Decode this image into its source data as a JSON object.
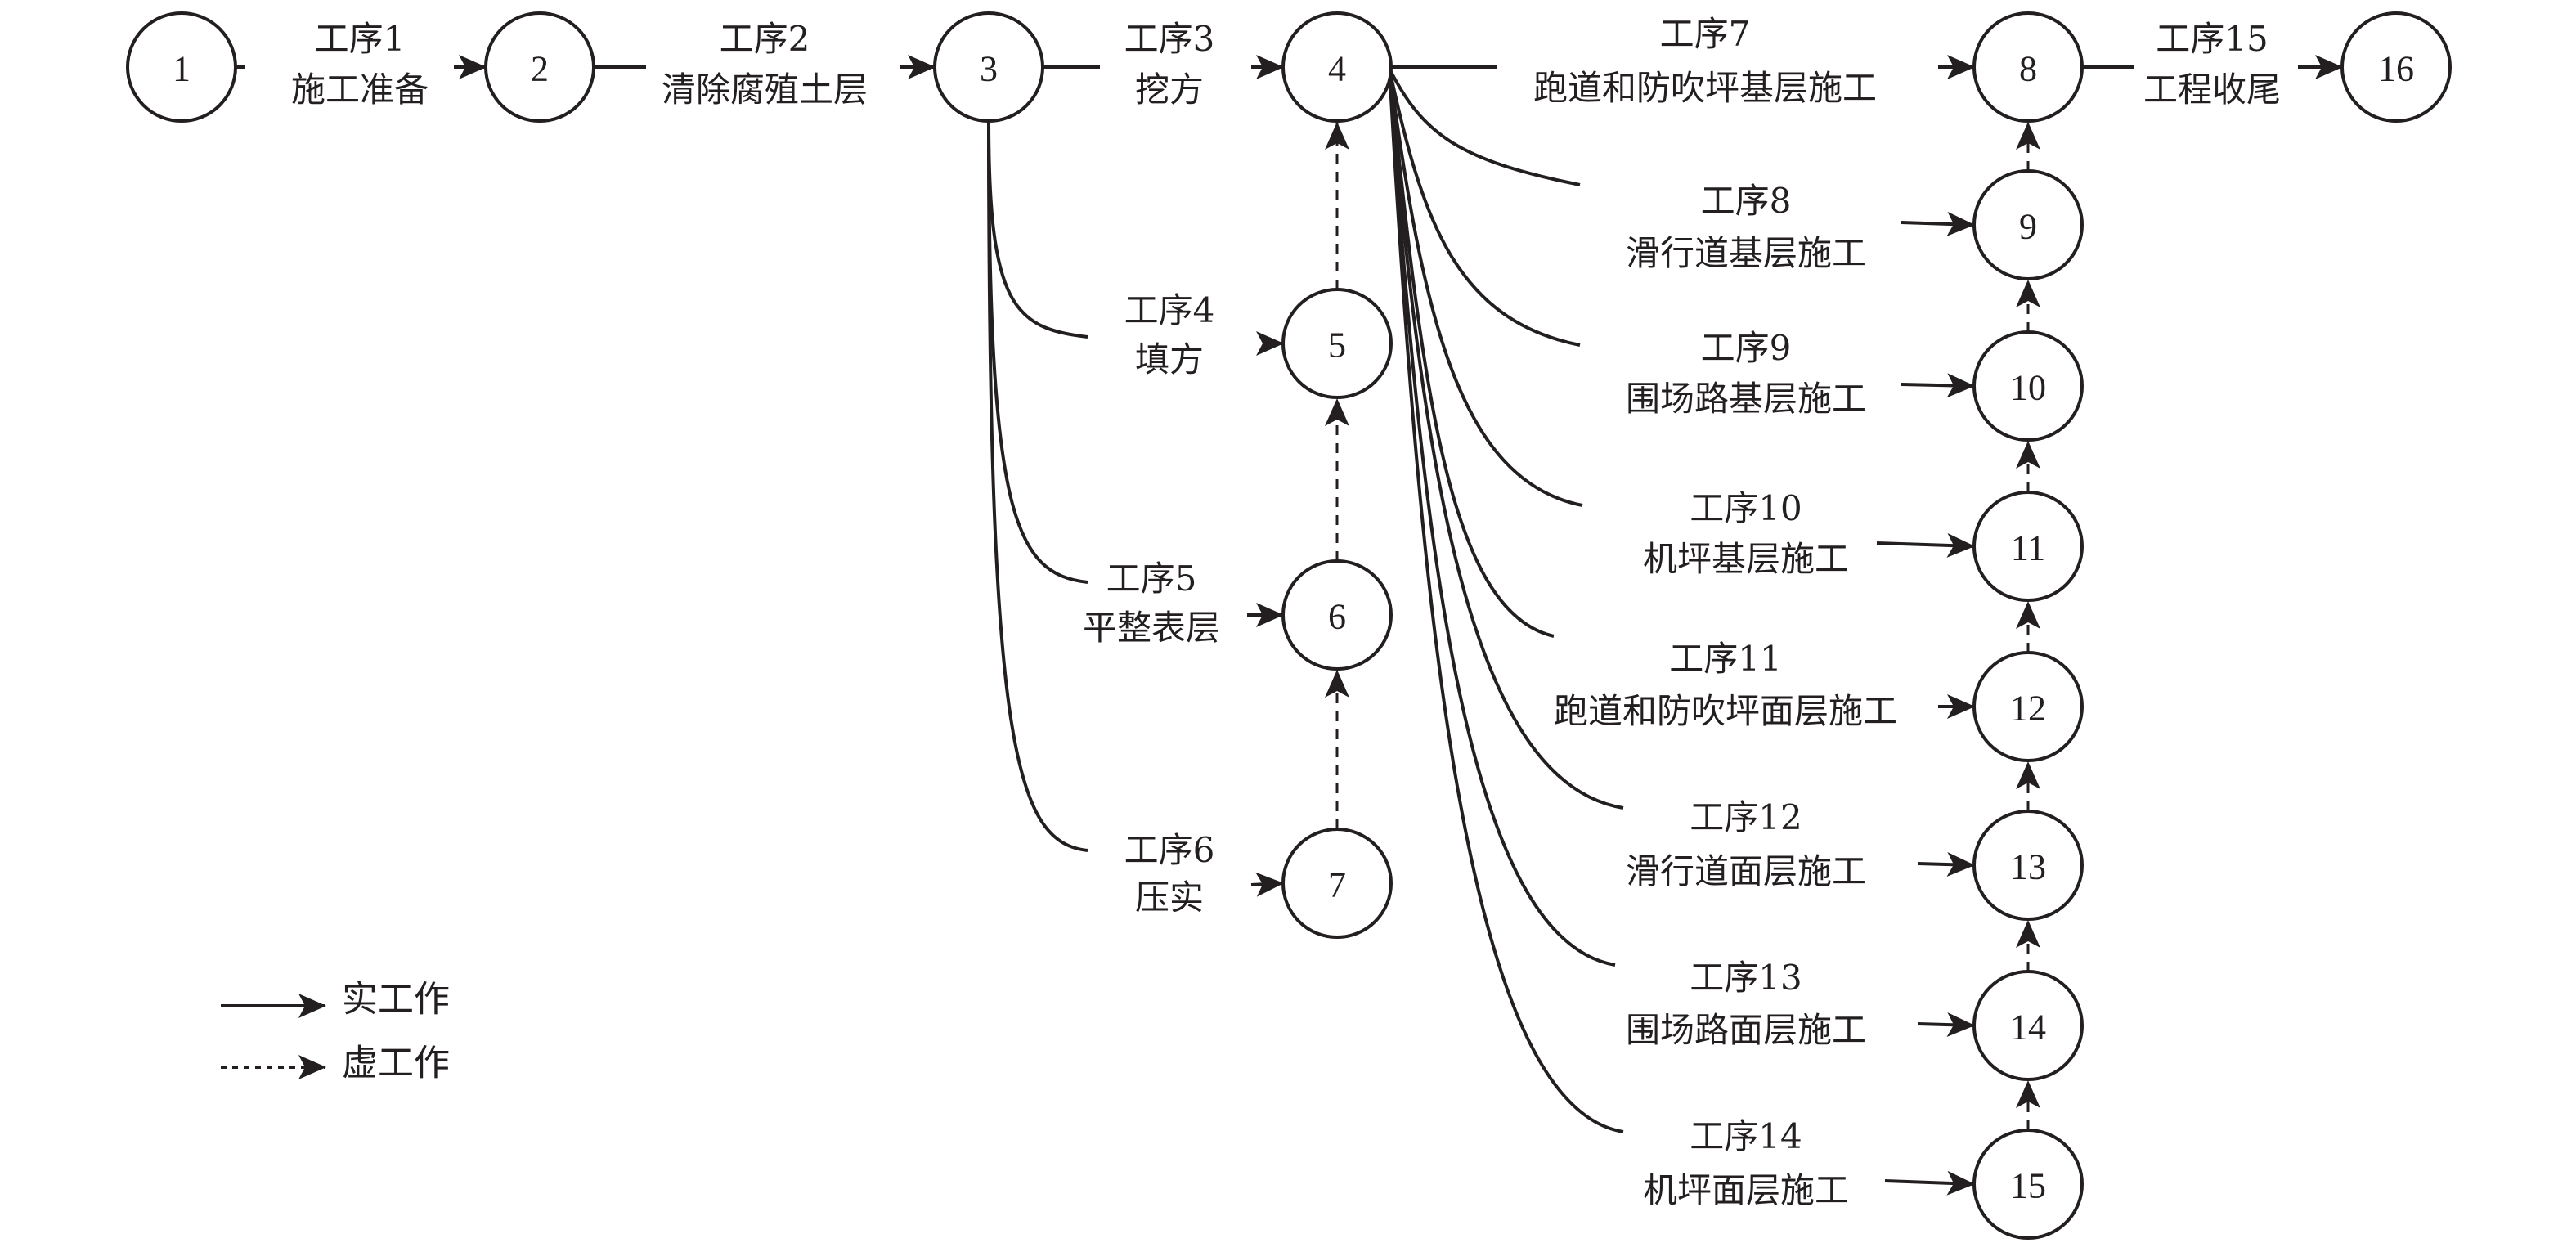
{
  "diagram": {
    "type": "activity-on-arrow network",
    "nodes": [
      "1",
      "2",
      "3",
      "4",
      "5",
      "6",
      "7",
      "8",
      "9",
      "10",
      "11",
      "12",
      "13",
      "14",
      "15",
      "16"
    ],
    "edges": [
      {
        "from": "1",
        "to": "2",
        "kind": "real",
        "line1": "工序1",
        "line2": "施工准备"
      },
      {
        "from": "2",
        "to": "3",
        "kind": "real",
        "line1": "工序2",
        "line2": "清除腐殖土层"
      },
      {
        "from": "3",
        "to": "4",
        "kind": "real",
        "line1": "工序3",
        "line2": "挖方"
      },
      {
        "from": "3",
        "to": "5",
        "kind": "real",
        "line1": "工序4",
        "line2": "填方"
      },
      {
        "from": "3",
        "to": "6",
        "kind": "real",
        "line1": "工序5",
        "line2": "平整表层"
      },
      {
        "from": "3",
        "to": "7",
        "kind": "real",
        "line1": "工序6",
        "line2": "压实"
      },
      {
        "from": "4",
        "to": "8",
        "kind": "real",
        "line1": "工序7",
        "line2": "跑道和防吹坪基层施工"
      },
      {
        "from": "4",
        "to": "9",
        "kind": "real",
        "line1": "工序8",
        "line2": "滑行道基层施工"
      },
      {
        "from": "4",
        "to": "10",
        "kind": "real",
        "line1": "工序9",
        "line2": "围场路基层施工"
      },
      {
        "from": "4",
        "to": "11",
        "kind": "real",
        "line1": "工序10",
        "line2": "机坪基层施工"
      },
      {
        "from": "4",
        "to": "12",
        "kind": "real",
        "line1": "工序11",
        "line2": "跑道和防吹坪面层施工"
      },
      {
        "from": "4",
        "to": "13",
        "kind": "real",
        "line1": "工序12",
        "line2": "滑行道面层施工"
      },
      {
        "from": "4",
        "to": "14",
        "kind": "real",
        "line1": "工序13",
        "line2": "围场路面层施工"
      },
      {
        "from": "4",
        "to": "15",
        "kind": "real",
        "line1": "工序14",
        "line2": "机坪面层施工"
      },
      {
        "from": "8",
        "to": "16",
        "kind": "real",
        "line1": "工序15",
        "line2": "工程收尾"
      },
      {
        "from": "5",
        "to": "4",
        "kind": "dummy"
      },
      {
        "from": "6",
        "to": "5",
        "kind": "dummy"
      },
      {
        "from": "7",
        "to": "6",
        "kind": "dummy"
      },
      {
        "from": "9",
        "to": "8",
        "kind": "dummy"
      },
      {
        "from": "10",
        "to": "9",
        "kind": "dummy"
      },
      {
        "from": "11",
        "to": "10",
        "kind": "dummy"
      },
      {
        "from": "12",
        "to": "11",
        "kind": "dummy"
      },
      {
        "from": "13",
        "to": "12",
        "kind": "dummy"
      },
      {
        "from": "14",
        "to": "13",
        "kind": "dummy"
      },
      {
        "from": "15",
        "to": "14",
        "kind": "dummy"
      }
    ]
  },
  "legend": {
    "real": "实工作",
    "dummy": "虚工作"
  }
}
